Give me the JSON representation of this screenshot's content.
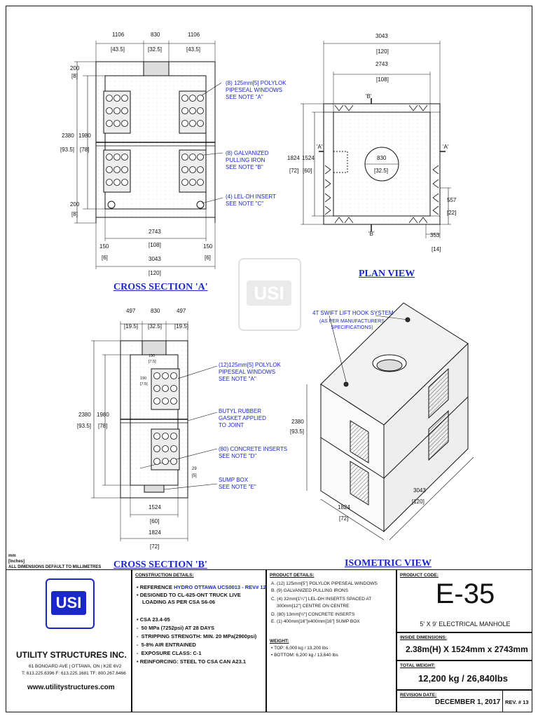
{
  "csa": {
    "dims_top": [
      "1106",
      "830",
      "1106"
    ],
    "dims_top_in": [
      "[43.5]",
      "[32.5]",
      "[43.5]"
    ],
    "dim_200_top": "200",
    "dim_200_top_in": "[8]",
    "dim_2380": "2380",
    "dim_2380_in": "[93.5]",
    "dim_1980": "1980",
    "dim_1980_in": "[78]",
    "dim_200_bot": "200",
    "dim_200_bot_in": "[8]",
    "dim_2743": "2743",
    "dim_2743_in": "[108]",
    "dim_150_l": "150",
    "dim_150_l_in": "[6]",
    "dim_150_r": "150",
    "dim_150_r_in": "[6]",
    "dim_3043": "3043",
    "dim_3043_in": "[120]",
    "note1": "(8) 125mm[5] POLYLOK\nPIPESEAL WINDOWS\nSEE NOTE \"A\"",
    "note2": "(8) GALVANIZED\nPULLING IRON\nSEE NOTE \"B\"",
    "note3": "(4) LEL-DH INSERT\nSEE NOTE \"C\"",
    "title": "CROSS SECTION 'A'"
  },
  "plan": {
    "dim_3043": "3043",
    "dim_3043_in": "[120]",
    "dim_2743": "2743",
    "dim_2743_in": "[108]",
    "dim_1824": "1824",
    "dim_1824_in": "[72]",
    "dim_1524": "1524",
    "dim_1524_in": "[60]",
    "dim_830": "830",
    "dim_830_in": "[32.5]",
    "dim_557": "557",
    "dim_557_in": "[22]",
    "dim_353": "353",
    "dim_353_in": "[14]",
    "label_b_top": "'B'",
    "label_b_bot": "'B'",
    "label_a_left": "'A'",
    "label_a_right": "'A'",
    "title": "PLAN VIEW"
  },
  "csb": {
    "dims_top": [
      "497",
      "830",
      "497"
    ],
    "dims_top_in": [
      "[19.5]",
      "[32.5]",
      "[19.5]"
    ],
    "dim_190a": "190",
    "dim_190a_in": "[7.5]",
    "dim_190b": "190",
    "dim_190b_in": "[7.5]",
    "dim_2380": "2380",
    "dim_2380_in": "[93.5]",
    "dim_1980": "1980",
    "dim_1980_in": "[78]",
    "dim_29": "29",
    "dim_29_in": "[5]",
    "dim_1524": "1524",
    "dim_1524_in": "[60]",
    "dim_1824": "1824",
    "dim_1824_in": "[72]",
    "note1": "(12)125mm[5] POLYLOK\nPIPESEAL WINDOWS\nSEE NOTE \"A\"",
    "note2": "BUTYL RUBBER\nGASKET APPLIED\nTO JOINT",
    "note3": "(80) CONCRETE INSERTS\nSEE NOTE \"D\"",
    "note4": "SUMP BOX\nSEE NOTE \"E\"",
    "title": "CROSS SECTION 'B'"
  },
  "iso": {
    "note": "4T SWIFT LIFT HOOK SYSTEM",
    "note_sub": "(AS PER MANUFACTURERS\nSPECIFICATIONS)",
    "dim_2380": "2380",
    "dim_2380_in": "[93.5]",
    "dim_1824": "1824",
    "dim_1824_in": "[72]",
    "dim_3043": "3043",
    "dim_3043_in": "[120]",
    "title": "ISOMETRIC VIEW"
  },
  "watermark": "USI",
  "units_note": {
    "mm": "mm",
    "inches": "[Inches]",
    "default": "ALL DIMENSIONS DEFAULT TO MILLIMETRES"
  },
  "company": {
    "logo": "USI",
    "name": "UTILITY STRUCTURES INC.",
    "address": "61 BONGARD AVE | OTTAWA, ON | K2E 6V2",
    "phones": "T: 613.225.6396 F: 613.225.1681 TF: 800.267.6466",
    "web": "www.utilitystructures.com"
  },
  "construction": {
    "header": "CONSTRUCTION DETAILS:",
    "ref_prefix": "REFERENCE ",
    "ref_link": "HYDRO OTTAWA UCS0013 - REV# 12",
    "designed": "DESIGNED TO CL-625-ONT TRUCK LIVE",
    "designed2": "LOADING AS PER CSA S6-06",
    "csa": "CSA 23.4-05",
    "mpa": "50 MPa (7252psi) AT 28 DAYS",
    "strip": "STRIPPING STRENGTH: MIN. 20 MPa(2900psi)",
    "air": "5-8% AIR ENTRAINED",
    "exposure": "EXPOSURE CLASS: C-1",
    "reinf": "REINFORCING: STEEL TO CSA CAN A23.1"
  },
  "product": {
    "header": "PRODUCT DETAILS:",
    "a": "A. (12) 125mm[5\"] POLYLOK PIPESEAL WINDOWS",
    "b": "B. (9) GALVANIZED PULLING IRONS",
    "c": "C. (4) 32mm[1¼\"] LEL-DH INSERTS SPACED AT",
    "c2": "300mm[12\"] CENTRE ON CENTRE",
    "d": "D. (80) 13mm[½\"] CONCRETE INSERTS",
    "e": "E. (1) 400mm[16\"]x400mm[16\"] SUMP BOX",
    "weight_header": "WEIGHT:",
    "top": "TOP:      6,000 kg / 13,200 lbs",
    "bottom": "BOTTOM: 6,200 kg / 13,640 lbs"
  },
  "code": {
    "label": "PRODUCT CODE:",
    "value": "E-35",
    "desc": "5' X 9' ELECTRICAL MANHOLE"
  },
  "inside": {
    "label": "INSIDE DIMENSIONS:",
    "value": "2.38m(H) X 1524mm x 2743mm"
  },
  "total": {
    "label": "TOTAL WEIGHT:",
    "value": "12,200 kg / 26,840lbs"
  },
  "revision": {
    "label": "REVISION DATE:",
    "date": "DECEMBER 1, 2017",
    "rev": "REV. # 13"
  },
  "colors": {
    "accent": "#1a28c8",
    "line": "#111111"
  }
}
